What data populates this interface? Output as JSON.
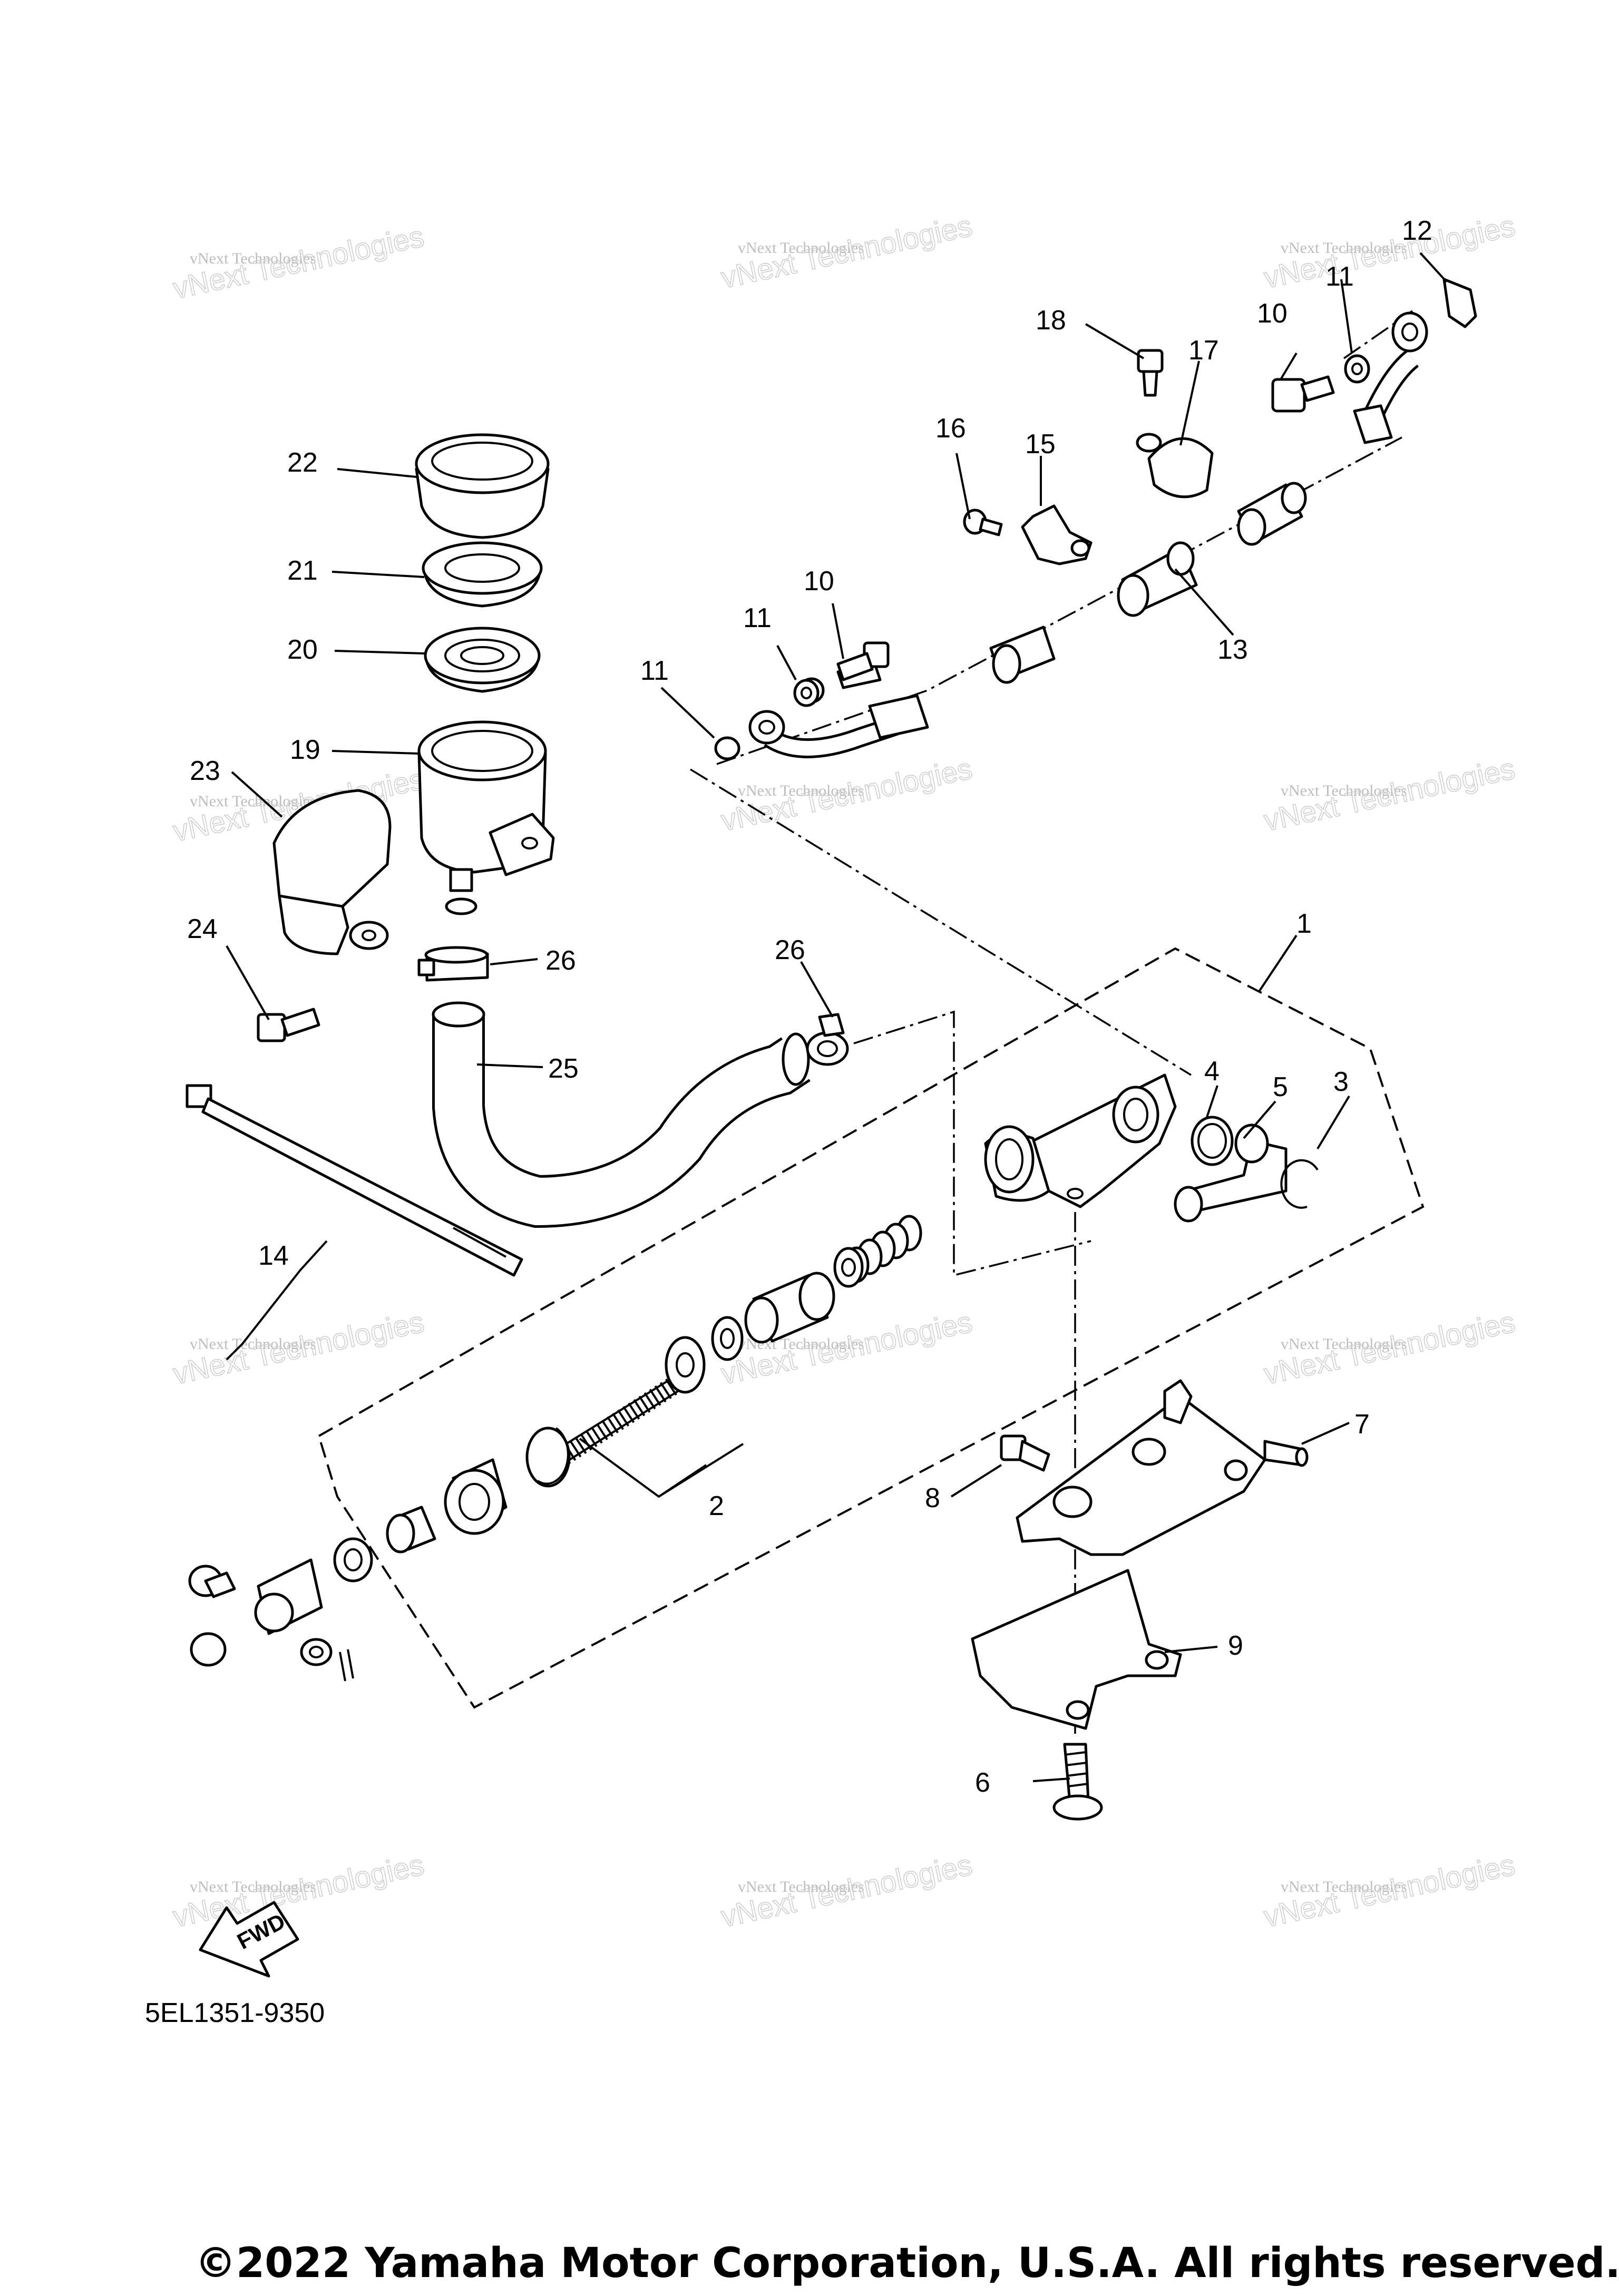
{
  "diagram": {
    "code": "5EL1351-9350",
    "copyright": "©2022 Yamaha Motor Corporation, U.S.A. All rights reserved.",
    "fwd_label": "FWD",
    "watermark_line1": "vNext Technologies",
    "watermark_line2": "vNext Technologies",
    "callouts": [
      "1",
      "2",
      "3",
      "4",
      "5",
      "6",
      "7",
      "8",
      "9",
      "10",
      "10",
      "11",
      "11",
      "11",
      "12",
      "13",
      "14",
      "15",
      "16",
      "17",
      "18",
      "19",
      "20",
      "21",
      "22",
      "23",
      "24",
      "25",
      "26",
      "26"
    ]
  }
}
